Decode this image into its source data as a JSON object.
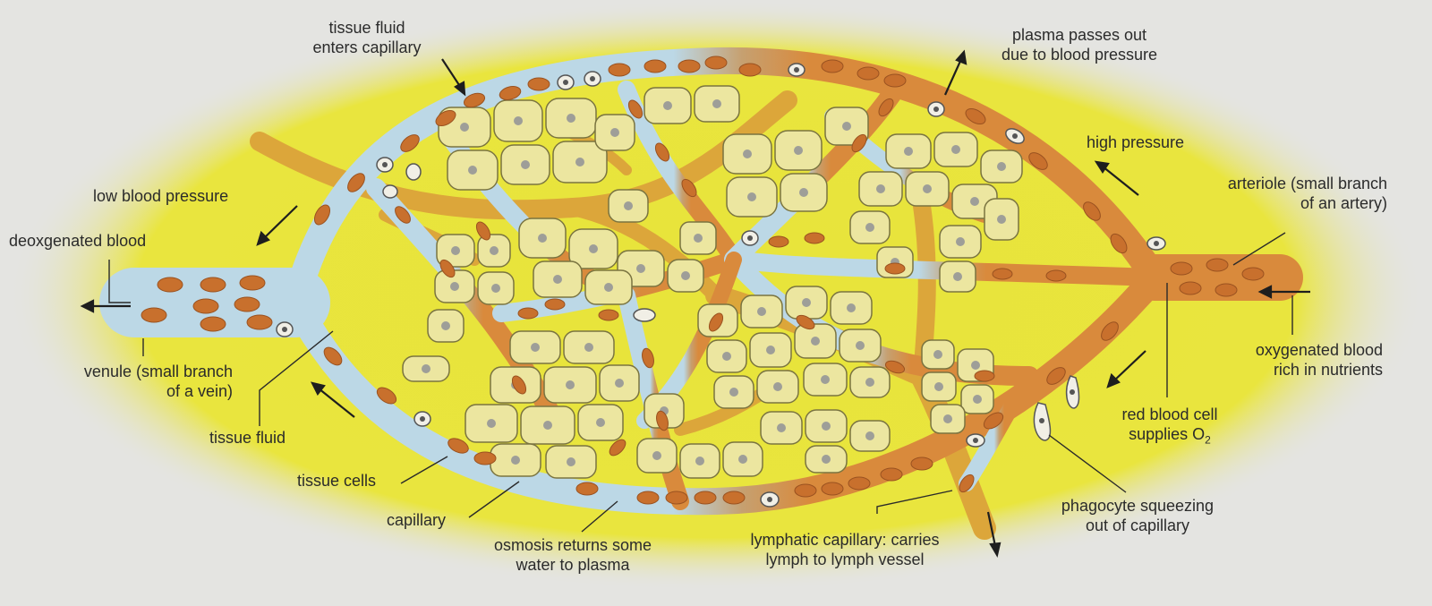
{
  "labels": {
    "tissue_fluid_enters": [
      "tissue fluid",
      "enters capillary"
    ],
    "plasma_passes_out": [
      "plasma passes out",
      "due to blood pressure"
    ],
    "high_pressure": "high pressure",
    "arteriole": [
      "arteriole (small branch",
      "of an artery)"
    ],
    "low_blood_pressure": "low blood pressure",
    "deoxygenated_blood": "deoxgenated blood",
    "oxygenated_blood": [
      "oxygenated blood",
      "rich in nutrients"
    ],
    "venule": [
      "venule (small branch",
      "of a vein)"
    ],
    "red_blood_cell": [
      "red blood cell",
      "supplies O"
    ],
    "red_blood_cell_sub": "2",
    "tissue_fluid": "tissue fluid",
    "tissue_cells": "tissue cells",
    "phagocyte": [
      "phagocyte squeezing",
      "out of capillary"
    ],
    "capillary": "capillary",
    "osmosis": [
      "osmosis returns some",
      "water to plasma"
    ],
    "lymphatic": [
      "lymphatic capillary: carries",
      "lymph to lymph vessel"
    ]
  },
  "colors": {
    "background": "#e4e4e1",
    "tissue_fluid_yellow": "#e6e23a",
    "venous_blue": "#bcd8e6",
    "arterial_orange": "#d98a3c",
    "red_blood_cell": "#c8702d",
    "tissue_cell": "#ece6a0",
    "lymph_vessel": "#dca63a"
  }
}
